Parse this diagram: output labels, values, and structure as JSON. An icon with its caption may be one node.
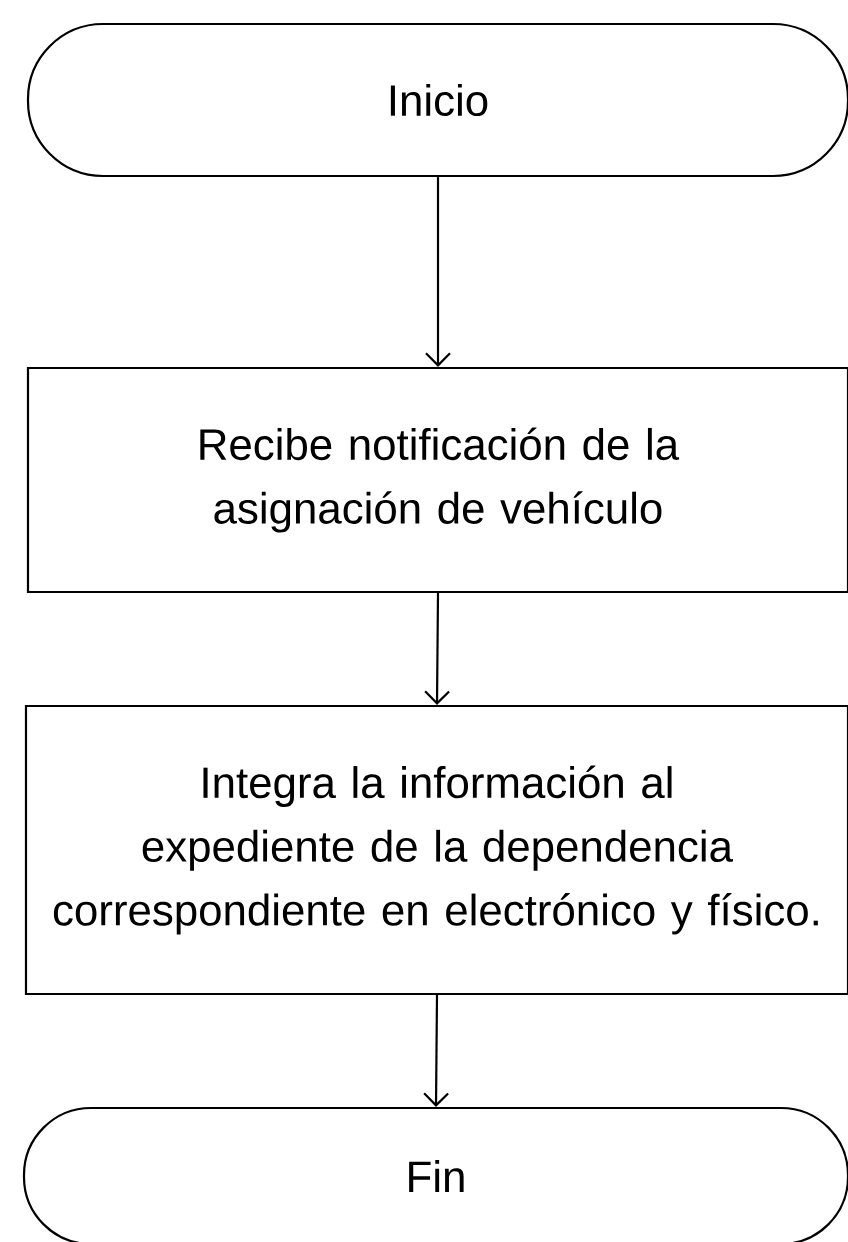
{
  "diagram": {
    "nodes": [
      {
        "text": [
          "Inicio"
        ]
      },
      {
        "text": [
          "Recibe notificación de la asignación de vehículo"
        ]
      },
      {
        "text": [
          "Integra la información al expediente de la dependencia correspondiente en electrónico y físico."
        ]
      },
      {
        "text": [
          "Fin"
        ]
      }
    ],
    "edges": [
      {
        "from": 0,
        "to": 1,
        "arrow": "to"
      },
      {
        "from": 1,
        "to": 2,
        "arrow": "to"
      },
      {
        "from": 2,
        "to": 3,
        "arrow": "to"
      }
    ]
  }
}
